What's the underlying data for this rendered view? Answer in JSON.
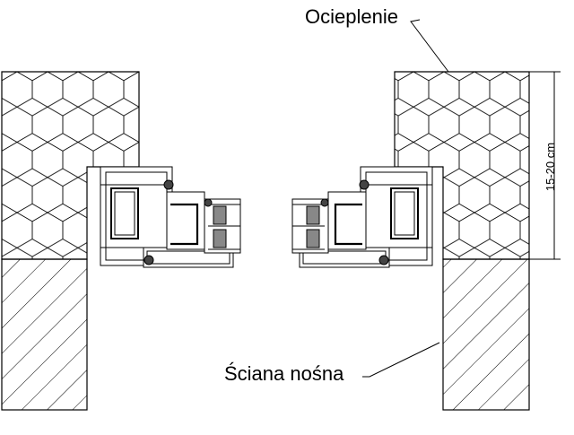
{
  "labels": {
    "insulation": "Ocieplenie",
    "load_bearing_wall": "Ściana nośna",
    "thickness_dimension": "15-20 cm"
  },
  "colors": {
    "line": "#000000",
    "background": "#ffffff"
  }
}
